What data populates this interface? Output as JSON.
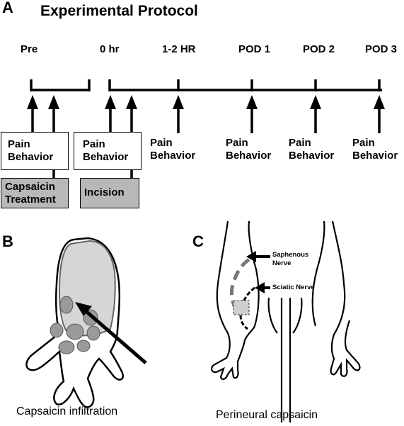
{
  "panel_a": {
    "letter": "A",
    "title": "Experimental Protocol",
    "timepoints": [
      "Pre",
      "0 hr",
      "1-2 HR",
      "POD 1",
      "POD 2",
      "POD 3"
    ],
    "pain_label_line1": "Pain",
    "pain_label_line2": "Behavior",
    "treatment_box_line1": "Capsaicin",
    "treatment_box_line2": "Treatment",
    "incision_box": "Incision"
  },
  "panel_b": {
    "letter": "B",
    "caption": "Capsaicin infiltration"
  },
  "panel_c": {
    "letter": "C",
    "caption": "Perineural capsaicin",
    "saphenous_line1": "Saphenous",
    "saphenous_line2": "Nerve",
    "sciatic": "Sciatic Nerve"
  },
  "colors": {
    "box_fill": "#b8b8b8",
    "paw_fill": "#d6d6d6",
    "pad_fill": "#9a9a9a"
  }
}
